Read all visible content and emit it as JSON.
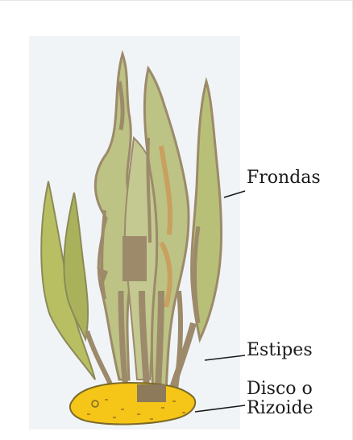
{
  "labels": {
    "fronds": "Frondas",
    "stipes": "Estipes",
    "holdfast_line1": "Disco o",
    "holdfast_line2": "Rizoide"
  },
  "colors": {
    "frond_fill": "#b8c07a",
    "frond_dark": "#c0c46a",
    "stipe": "#9c8a6a",
    "frond_patch": "#c9a060",
    "holdfast": "#f5c518",
    "holdfast_outline": "#7a6a2a",
    "background_panel": "#f1f4f6",
    "leader_line": "#1a1a1a"
  }
}
